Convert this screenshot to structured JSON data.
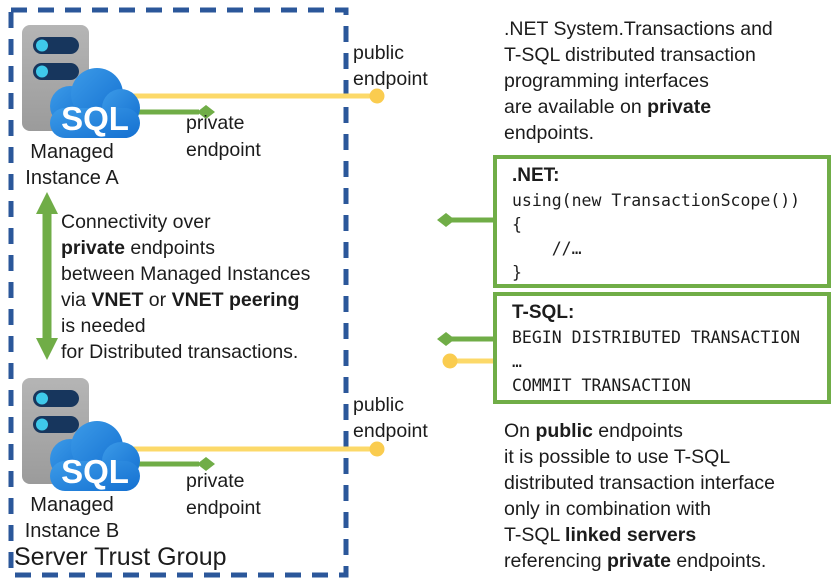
{
  "colors": {
    "trust_group_border": "#2B579A",
    "private_green": "#70AD47",
    "public_yellow_line": "#FCD969",
    "public_yellow_dot": "#FACC4F",
    "cloud_blue_light": "#3C9BE8",
    "cloud_blue_dark": "#1470D1",
    "server_gray": "#A7A7A7",
    "server_bar_navy": "#17365D",
    "server_led_cyan": "#3FC9EA",
    "code_box_border": "#70AD47",
    "text_color": "#1C1C1C"
  },
  "trust_group": {
    "label": "Server Trust Group"
  },
  "instance_a": {
    "sql_label": "SQL",
    "name_line1": "Managed",
    "name_line2": "Instance A"
  },
  "instance_b": {
    "sql_label": "SQL",
    "name_line1": "Managed",
    "name_line2": "Instance B"
  },
  "endpoint_labels": {
    "public_top_line1": "public",
    "public_top_line2": "endpoint",
    "private_top_line1": "private",
    "private_top_line2": "endpoint",
    "public_bottom_line1": "public",
    "public_bottom_line2": "endpoint",
    "private_bottom_line1": "private",
    "private_bottom_line2": "endpoint"
  },
  "connectivity_note": {
    "line1": "Connectivity over",
    "line2_bold": "private",
    "line2_rest": " endpoints",
    "line3": "between Managed Instances",
    "line4_pre": "via ",
    "line4_bold1": "VNET",
    "line4_mid": " or ",
    "line4_bold2": "VNET peering",
    "line5": "is needed",
    "line6": "for Distributed transactions."
  },
  "top_right_note": {
    "line1": ".NET System.Transactions and",
    "line2": "T-SQL distributed transaction",
    "line3": "programming interfaces",
    "line4_pre": "are available on ",
    "line4_bold": "private",
    "line5": "endpoints."
  },
  "net_box": {
    "title": ".NET:",
    "code_line1": "using(new TransactionScope())",
    "code_line2": "{",
    "code_line3": "    //…",
    "code_line4": "}"
  },
  "tsql_box": {
    "title": "T-SQL:",
    "code_line1": "BEGIN DISTRIBUTED TRANSACTION",
    "code_line2": "…",
    "code_line3": "COMMIT TRANSACTION"
  },
  "bottom_right_note": {
    "line1_pre": "On ",
    "line1_bold": "public",
    "line1_rest": " endpoints",
    "line2": "it is possible to use T-SQL",
    "line3": "distributed transaction interface",
    "line4": "only in combination with",
    "line5_pre": "T-SQL ",
    "line5_bold": "linked servers",
    "line6_pre": "referencing ",
    "line6_bold": "private",
    "line6_rest": " endpoints."
  }
}
